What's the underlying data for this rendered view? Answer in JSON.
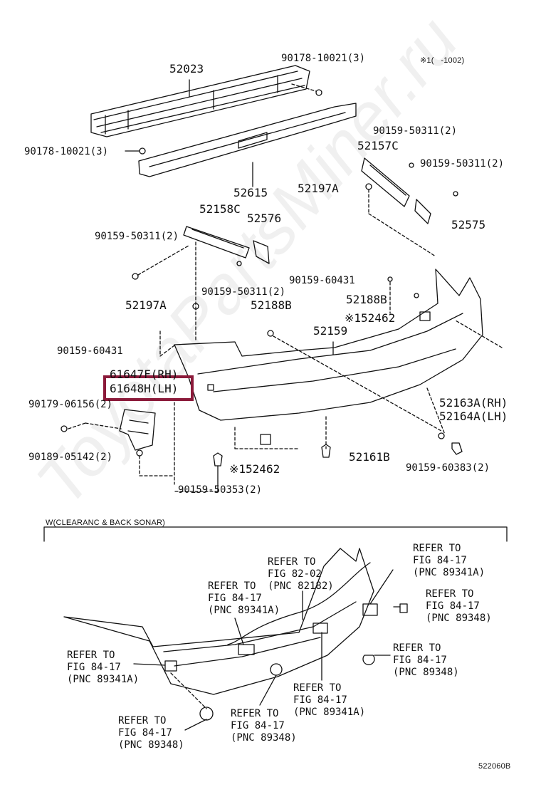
{
  "colors": {
    "highlight": "#8b1a3a",
    "line": "#111111"
  },
  "header": {
    "note_top": "※1(   -1002)"
  },
  "parts": {
    "p52023": "52023",
    "p90178_a": "90178-10021(3)",
    "p90178_b": "90178-10021(3)",
    "p52615": "52615",
    "p90159_50311_a": "90159-50311(2)",
    "p52157c": "52157C",
    "p90159_50311_b": "90159-50311(2)",
    "p52197a_a": "52197A",
    "p52158c": "52158C",
    "p52576": "52576",
    "p52575": "52575",
    "p90159_50311_c": "90159-50311(2)",
    "p90159_50311_d": "90159-50311(2)",
    "p90159_60431_a": "90159-60431",
    "p52197a_b": "52197A",
    "p52188b_a": "52188B",
    "p52188b_b": "52188B",
    "p52462_a": "※152462",
    "p52159": "52159",
    "p90159_60431_b": "90159-60431",
    "p61647f": "61647F(RH)",
    "p61648h": "61648H(LH)",
    "p90179": "90179-06156(2)",
    "p52163a": "52163A(RH)",
    "p52164a": "52164A(LH)",
    "p90189": "90189-05142(2)",
    "p52462_b": "※152462",
    "p52161b": "52161B",
    "p90159_60383": "90159-60383(2)",
    "p90159_50353": "90159-50353(2)"
  },
  "section2": {
    "title": "W(CLEARANC & BACK SONAR)",
    "refs": {
      "r1": "REFER TO\nFIG 84-17\n(PNC 89341A)",
      "r2": "REFER TO\nFIG 82-02\n(PNC 82182)",
      "r3": "REFER TO\nFIG 84-17\n(PNC 89341A)",
      "r4": "REFER TO\nFIG 84-17\n(PNC 89348)",
      "r5": "REFER TO\nFIG 84-17\n(PNC 89341A)",
      "r6": "REFER TO\nFIG 84-17\n(PNC 89348)",
      "r7": "REFER TO\nFIG 84-17\n(PNC 89341A)",
      "r8": "REFER TO\nFIG 84-17\n(PNC 89348)",
      "r9": "REFER TO\nFIG 84-17\n(PNC 89348)"
    }
  },
  "footer": {
    "code": "522060B"
  },
  "watermark": "ToyotaPartsMiner.ru"
}
